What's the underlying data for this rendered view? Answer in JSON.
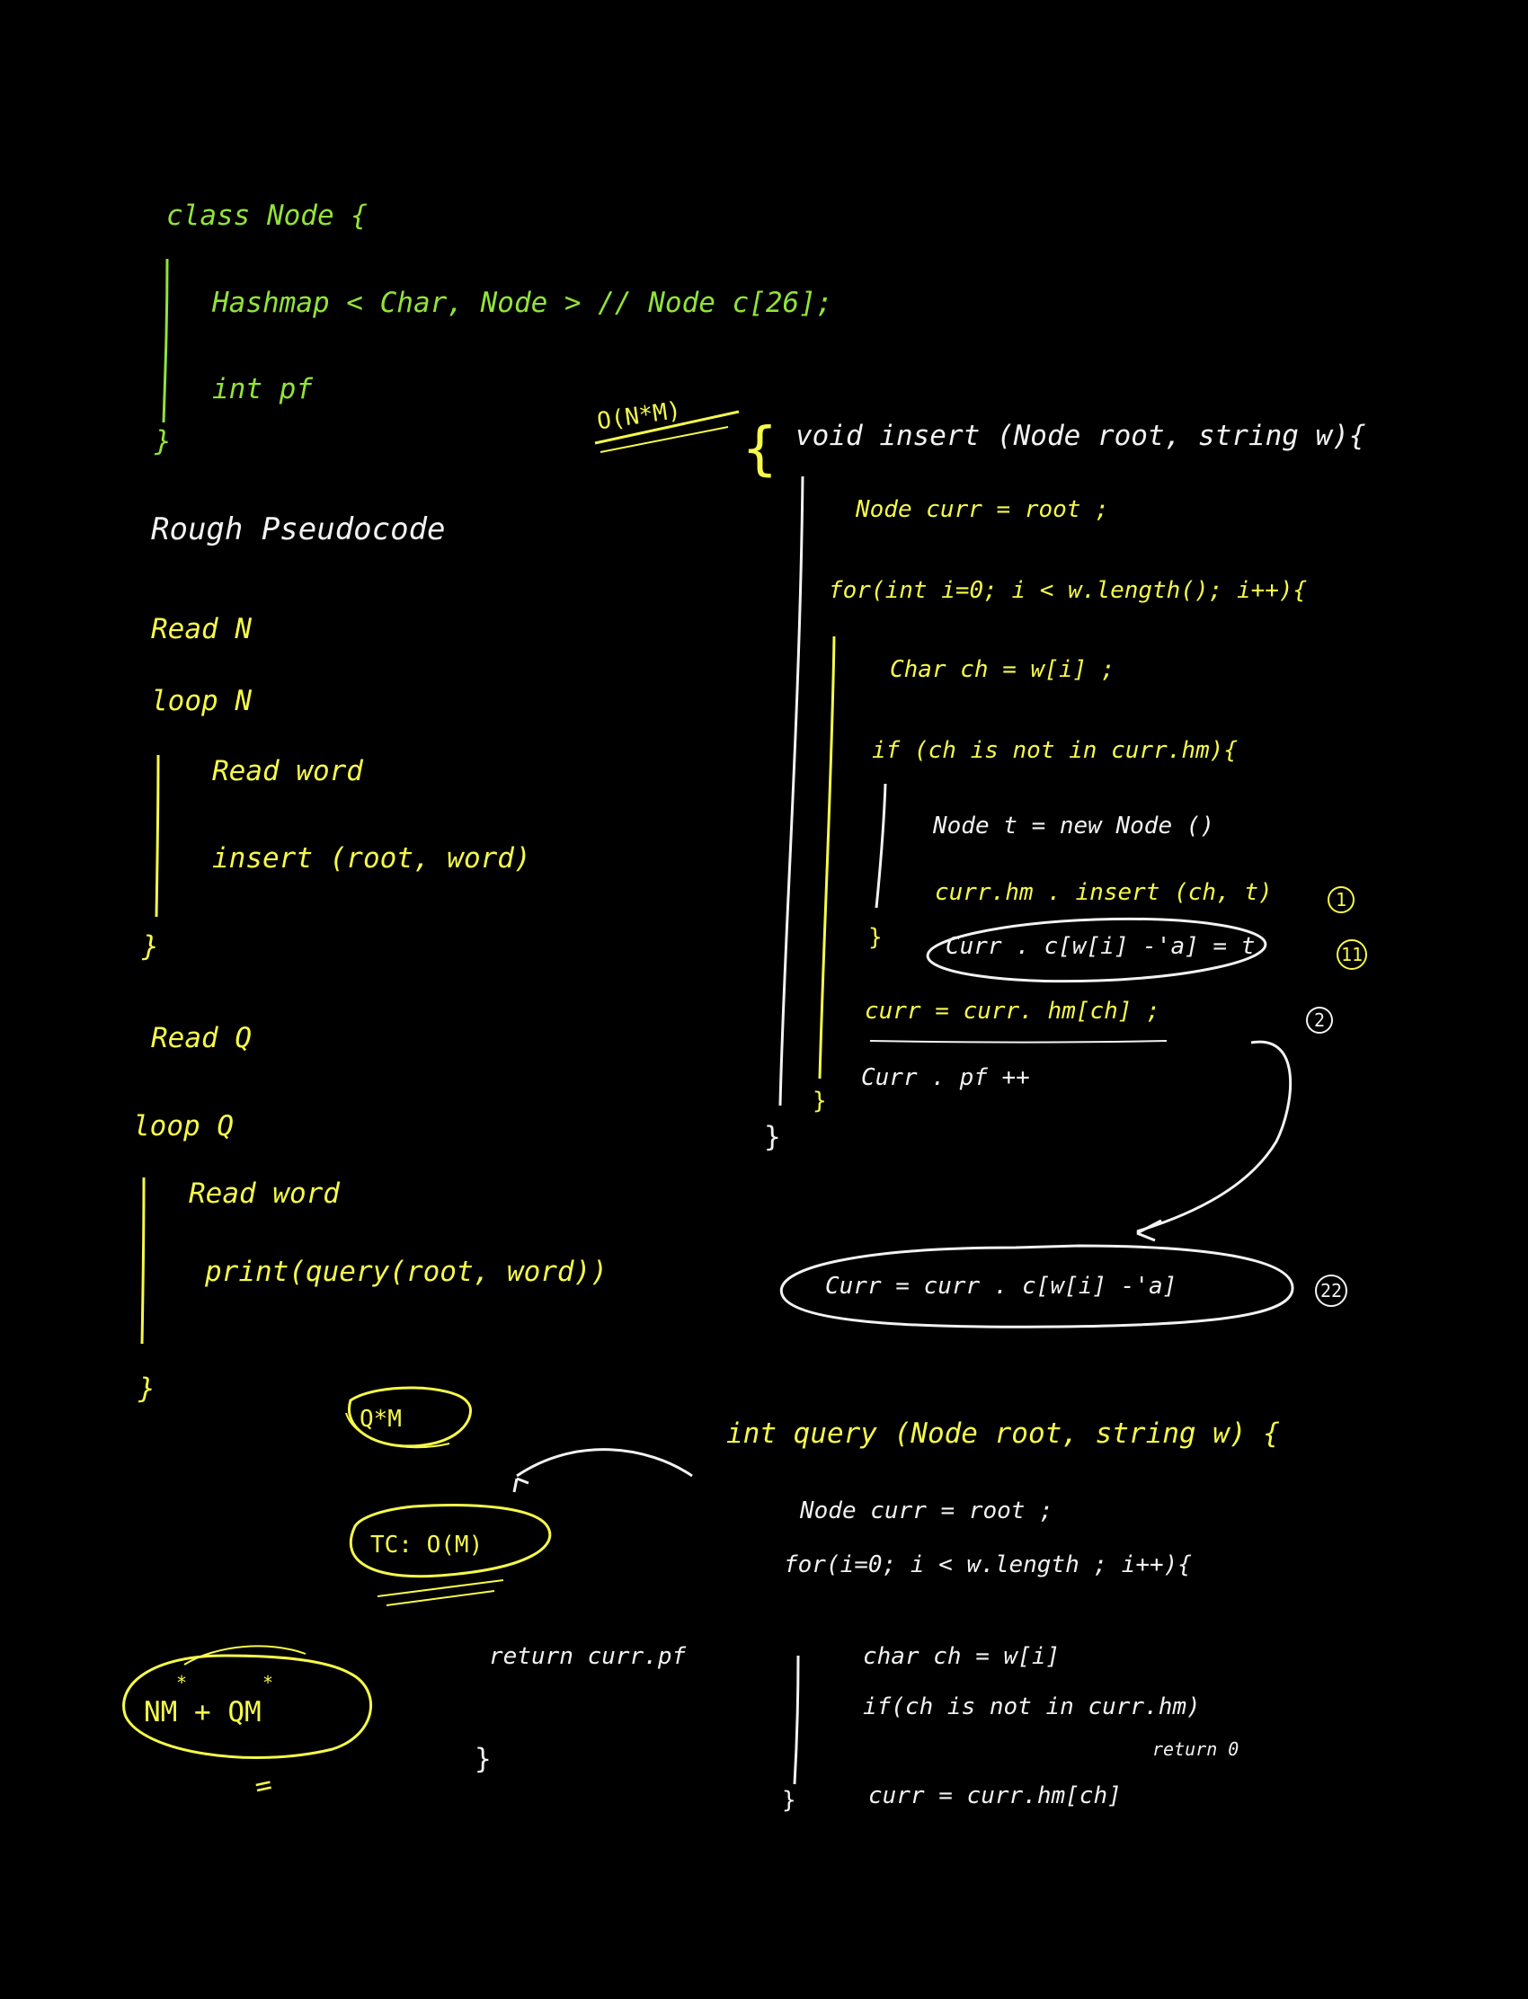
{
  "colors": {
    "background": "#000000",
    "yellow_ink": "#f6f94a",
    "green_ink": "#92e33a",
    "white_ink": "#f2f2f2"
  },
  "class_block": {
    "line1": "class Node {",
    "line2": "Hashmap < Char, Node > // Node c[26];",
    "line3": "int pf",
    "close": "}"
  },
  "pseudocode": {
    "heading": "Rough Pseudocode",
    "read_n": "Read N",
    "loop_n": "loop N",
    "read_word": "Read word",
    "insert_call": "insert (root, word)",
    "close1": "}",
    "read_q": "Read Q",
    "loop_q": "loop Q",
    "read_word2": "Read word",
    "print_call": "print(query(root, word))",
    "close2": "}"
  },
  "complexity": {
    "insert_total": "O(N*M)",
    "q_times_m": "Q*M",
    "tc": "TC: O(M)",
    "total": "NM + QM",
    "star1": "*",
    "star2": "*",
    "underline": "="
  },
  "insert_fn": {
    "open_brace": "{",
    "signature": "void insert (Node root, string w){",
    "curr_init": "Node curr = root ;",
    "for_line": "for(int i=0; i < w.length(); i++){",
    "char_line": "Char ch = w[i] ;",
    "if_line": "if (ch is not in curr.hm){",
    "new_node": "Node t = new Node ()",
    "hm_insert": "curr.hm . insert (ch, t)",
    "mark1": "1",
    "array_alt": "Curr . c[w[i] -'a] = t",
    "mark11": "11",
    "if_close": "}",
    "curr_assign": "curr = curr. hm[ch] ;",
    "mark2": "2",
    "pf_inc": "Curr . pf ++",
    "for_close": "}",
    "fn_close": "}",
    "curr_assign_alt": "Curr = curr . c[w[i] -'a]",
    "mark22": "22"
  },
  "query_fn": {
    "signature": "int query (Node root, string w) {",
    "curr_init": "Node curr = root ;",
    "for_line": "for(i=0; i < w.length ; i++){",
    "char_line": "char ch = w[i]",
    "if_line": "if(ch is not in curr.hm)",
    "return0": "return 0",
    "curr_assign": "curr = curr.hm[ch]",
    "for_close": "}",
    "return_pf": "return curr.pf",
    "fn_close": "}"
  }
}
